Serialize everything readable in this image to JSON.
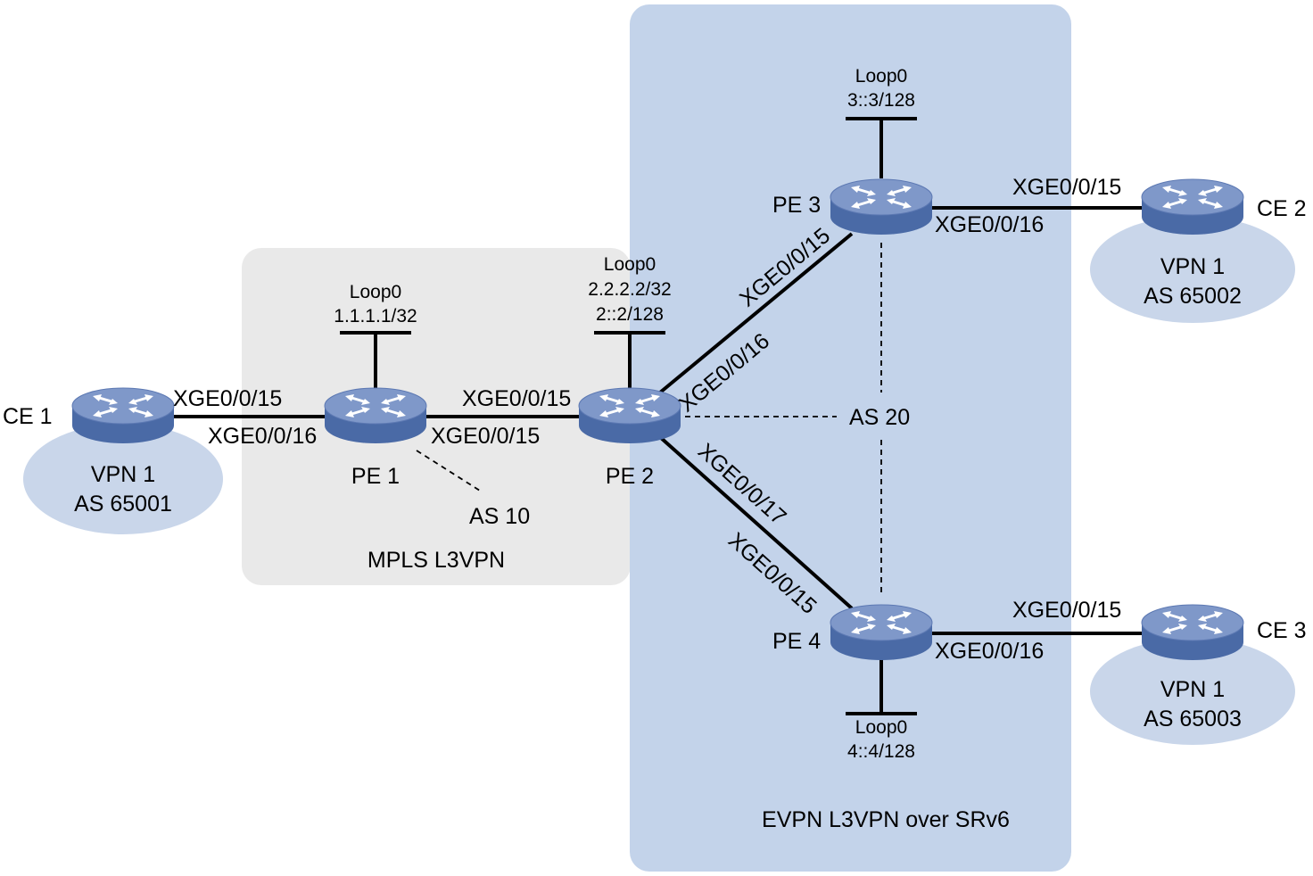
{
  "regions": {
    "mpls": {
      "label": "MPLS L3VPN",
      "color": "#e9e9e9"
    },
    "evpn": {
      "label": "EVPN L3VPN over SRv6",
      "color": "#c3d3ea"
    }
  },
  "colors": {
    "router_top": "#7f98c9",
    "router_side": "#4a6aa6",
    "router_edge": "#3c5a96",
    "vpn_ellipse": "#c9d6ea",
    "line": "#000000"
  },
  "devices": {
    "ce1": {
      "name": "CE 1",
      "vpn": "VPN 1",
      "as": "AS 65001"
    },
    "ce2": {
      "name": "CE 2",
      "vpn": "VPN 1",
      "as": "AS 65002"
    },
    "ce3": {
      "name": "CE 3",
      "vpn": "VPN 1",
      "as": "AS 65003"
    },
    "pe1": {
      "name": "PE 1",
      "loop": "Loop0",
      "addr": "1.1.1.1/32"
    },
    "pe2": {
      "name": "PE 2",
      "loop": "Loop0",
      "addr1": "2.2.2.2/32",
      "addr2": "2::2/128"
    },
    "pe3": {
      "name": "PE 3",
      "loop": "Loop0",
      "addr": "3::3/128"
    },
    "pe4": {
      "name": "PE 4",
      "loop": "Loop0",
      "addr": "4::4/128"
    }
  },
  "as_labels": {
    "as10": "AS 10",
    "as20": "AS 20"
  },
  "interfaces": {
    "ce1_pe1": "XGE0/0/15",
    "pe1_ce1": "XGE0/0/16",
    "pe2_pe1": "XGE0/0/15",
    "pe1_pe2": "XGE0/0/15",
    "pe3_pe2": "XGE0/0/15",
    "pe2_pe3": "XGE0/0/16",
    "pe2_pe4": "XGE0/0/17",
    "pe4_pe2": "XGE0/0/15",
    "ce2_pe3": "XGE0/0/15",
    "pe3_ce2": "XGE0/0/16",
    "ce3_pe4": "XGE0/0/15",
    "pe4_ce3": "XGE0/0/16"
  }
}
